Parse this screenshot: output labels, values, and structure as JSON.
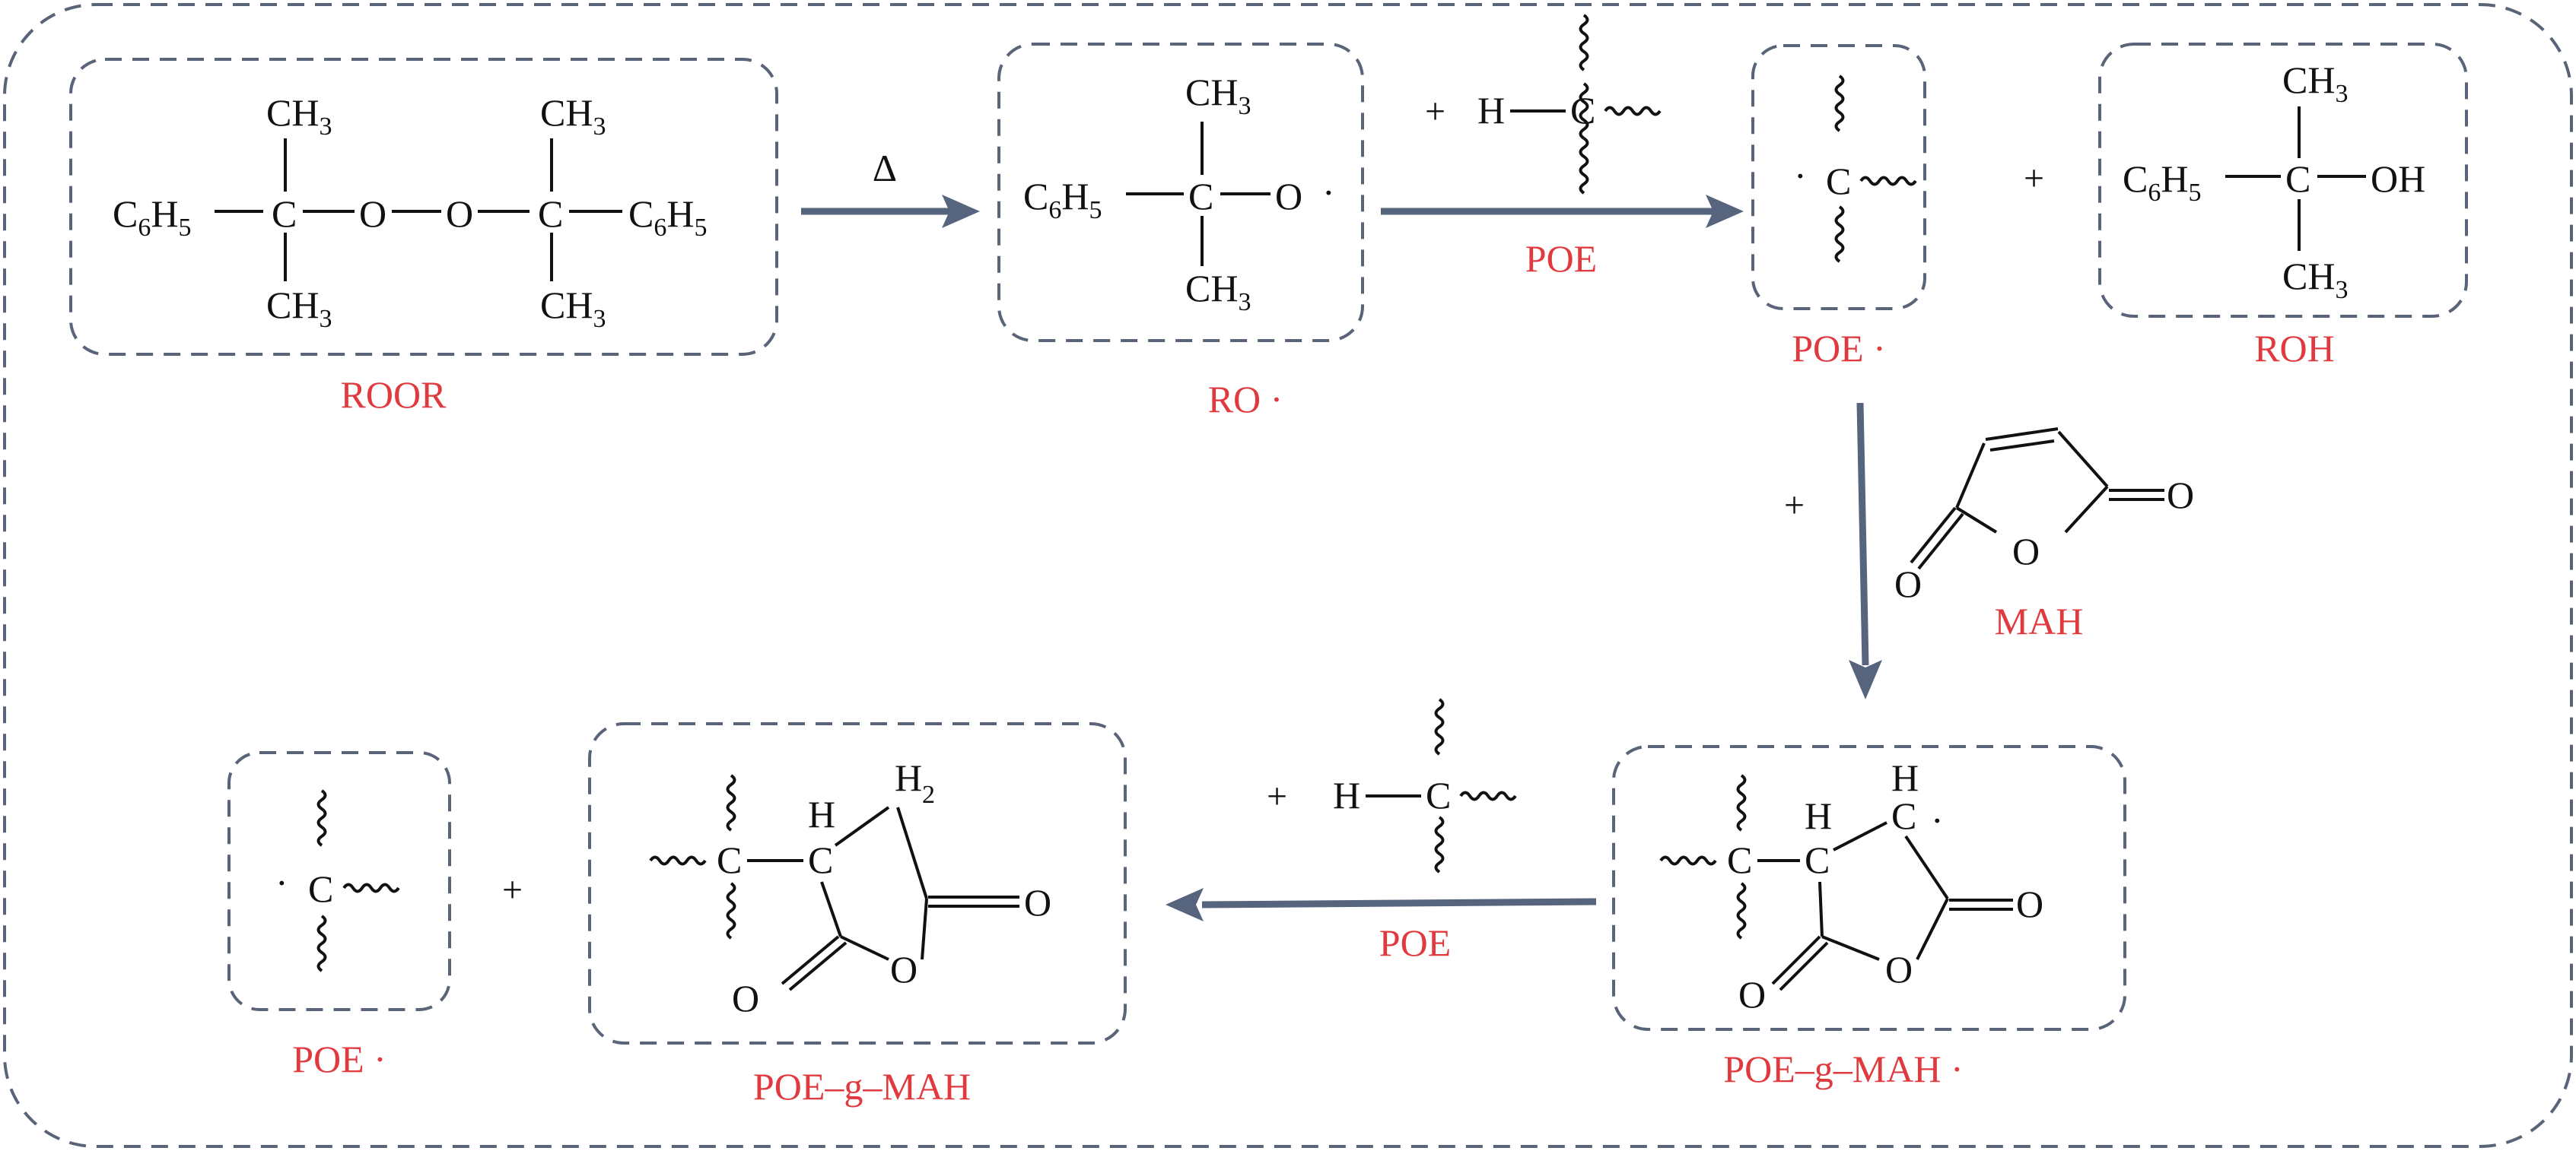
{
  "labels": {
    "roor": "ROOR",
    "ro_radical": "RO ·",
    "poe_radical": "POE ·",
    "roh": "ROH",
    "mah": "MAH",
    "poe_g_mah_radical": "POE–g–MAH ·",
    "poe_radical_2": "POE ·",
    "poe_g_mah": "POE–g–MAH",
    "poe_reagent_1": "POE",
    "poe_reagent_2": "POE"
  },
  "symbols": {
    "heat": "Δ",
    "plus": "+",
    "radical_dot": "·"
  },
  "atoms": {
    "C": "C",
    "O": "O",
    "H": "H",
    "OH": "OH",
    "CH": "CH",
    "C6H5_C": "C",
    "C6H5_H": "H",
    "sub_3": "3",
    "sub_6": "6",
    "sub_5": "5",
    "sub_2": "2"
  },
  "colors": {
    "label_red": "#e0393e",
    "arrow_slate": "#56647e",
    "box_border": "#5a6478"
  }
}
